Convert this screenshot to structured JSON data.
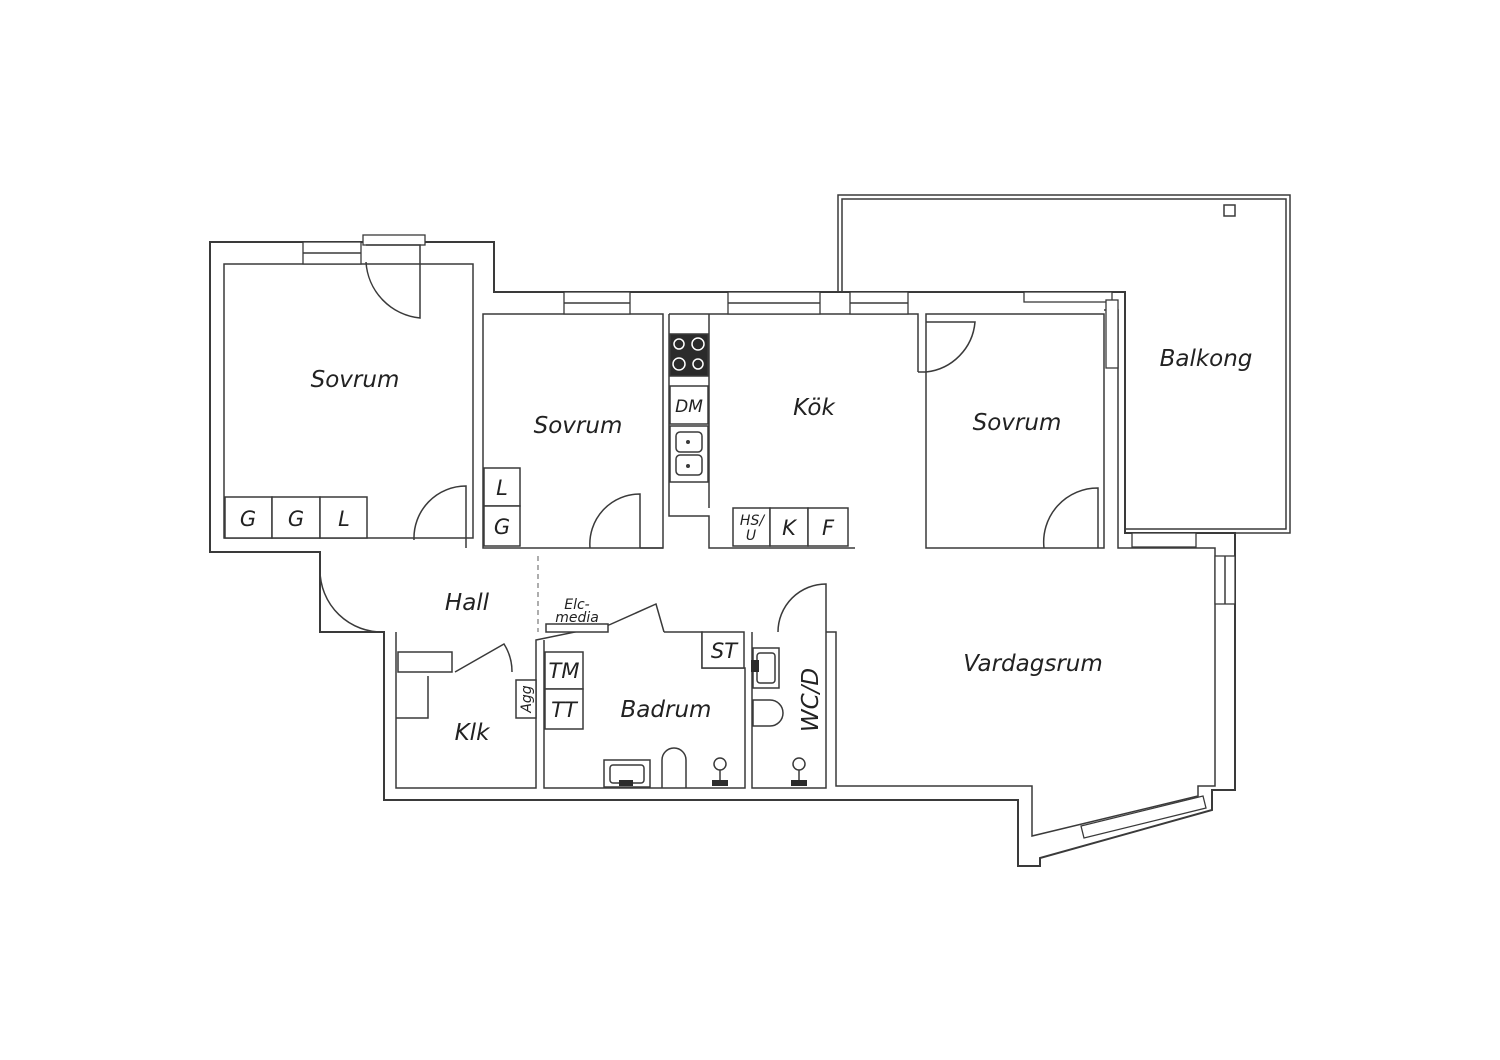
{
  "rooms": {
    "sovrum_left": "Sovrum",
    "sovrum_mid": "Sovrum",
    "kok": "Kök",
    "sovrum_right": "Sovrum",
    "balkong": "Balkong",
    "hall": "Hall",
    "klk": "Klk",
    "badrum": "Badrum",
    "wcd": "WC/D",
    "vardagsrum": "Vardagsrum"
  },
  "fixtures": {
    "g1": "G",
    "g2": "G",
    "l1": "L",
    "l2": "L",
    "g3": "G",
    "dm": "DM",
    "hs": "HS/",
    "hs_u": "U",
    "k": "K",
    "f": "F",
    "elc": "Elc-",
    "media": "media",
    "agg": "Agg",
    "tm": "TM",
    "tt": "TT",
    "st": "ST"
  }
}
